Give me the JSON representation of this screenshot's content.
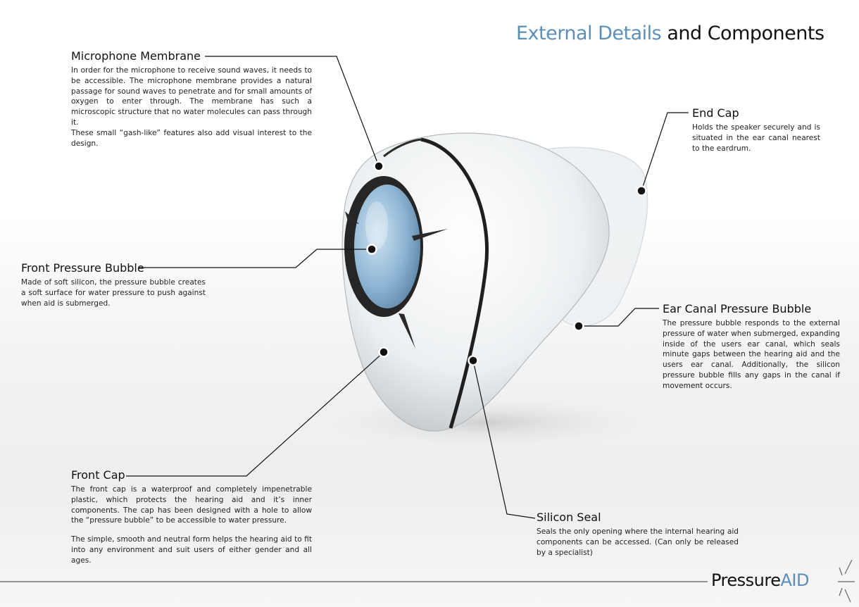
{
  "title": {
    "light": "External Details",
    "dark": "and Components"
  },
  "brand": {
    "dark": "Pressure",
    "light": "AID"
  },
  "colors": {
    "accent": "#5b8fb8",
    "text": "#111111",
    "lens": "#8fb6d4"
  },
  "callouts": {
    "microphone": {
      "title": "Microphone Membrane",
      "text": "In order for the microphone to receive sound waves, it needs to be accessible. The microphone membrane provides a natural passage for sound waves to penetrate and for small amounts of oxygen to enter through. The membrane has such a microscopic structure that no water molecules can pass through it.",
      "text2": "These small “gash-like” features also add visual interest to the design."
    },
    "end_cap": {
      "title": "End Cap",
      "text": "Holds the speaker securely and is situated in the ear canal nearest to the eardrum."
    },
    "front_bubble": {
      "title": "Front Pressure Bubble",
      "text": "Made of soft silicon, the pressure bubble creates a soft surface for water pressure to push against when aid is submerged."
    },
    "ear_canal": {
      "title": "Ear Canal Pressure Bubble",
      "text": "The pressure bubble responds to the external pressure of water when submerged, expanding inside of the users ear canal, which seals minute gaps between the hearing aid and the users ear canal. Additionally, the silicon pressure bubble fills any gaps in the canal if movement occurs."
    },
    "front_cap": {
      "title": "Front Cap",
      "text": "The front cap is a waterproof and completely impenetrable plastic, which protects the hearing aid and it’s inner components. The cap has been designed with a hole to allow the “pressure bubble” to be accessible to water pressure.",
      "text2": "The simple, smooth and neutral form helps the hearing aid to fit into any environment and suit users of either gender and all ages."
    },
    "silicon_seal": {
      "title": "Silicon Seal",
      "text": "Seals the only opening where the internal hearing aid components can be accessed. (Can only be released by a specialist)"
    }
  }
}
